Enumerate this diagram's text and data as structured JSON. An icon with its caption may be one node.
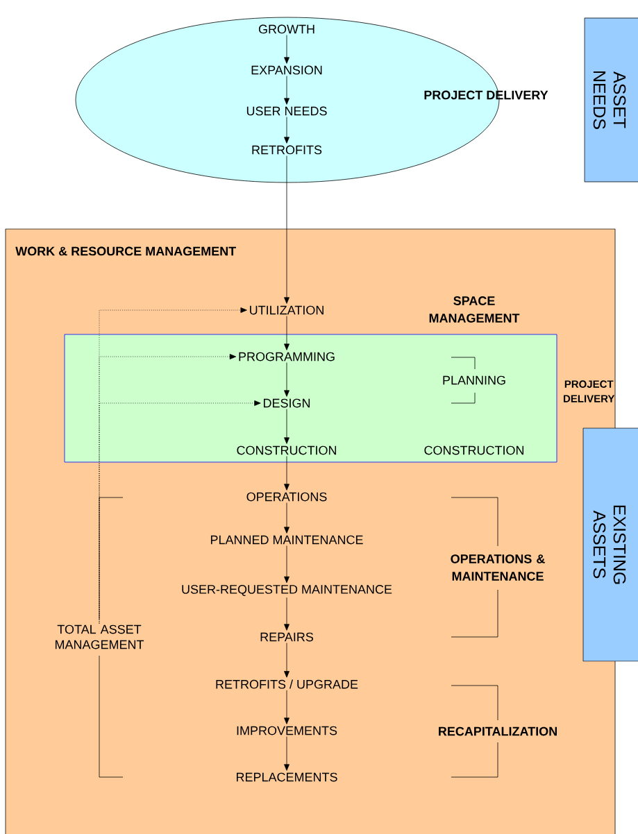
{
  "diagram": {
    "nodes": [
      {
        "text": [
          "PROJECT DELIVERY"
        ]
      },
      {
        "text": [
          "GROWTH"
        ],
        "in": 0
      },
      {
        "text": [
          "EXPANSION"
        ],
        "in": 0
      },
      {
        "text": [
          "USER NEEDS"
        ],
        "in": 0
      },
      {
        "text": [
          "RETROFITS"
        ],
        "in": 0
      },
      {
        "text": [
          "ASSET NEEDS"
        ]
      },
      {
        "text": [
          "WORK & RESOURCE MANAGEMENT"
        ]
      },
      {
        "text": [
          "UTILIZATION"
        ],
        "in": 6
      },
      {
        "text": [
          "SPACE MANAGEMENT"
        ],
        "in": 6
      },
      {
        "text": [
          "PROGRAMMING"
        ],
        "in": 8
      },
      {
        "text": [
          "DESIGN"
        ],
        "in": 8
      },
      {
        "text": [
          "CONSTRUCTION"
        ],
        "in": 8
      },
      {
        "text": [
          "OPERATIONS"
        ],
        "in": 6
      },
      {
        "text": [
          "PLANNED MAINTENANCE"
        ],
        "in": 6
      },
      {
        "text": [
          "USER-REQUESTED MAINTENANCE"
        ],
        "in": 6
      },
      {
        "text": [
          "REPAIRS"
        ],
        "in": 6
      },
      {
        "text": [
          "RETROFITS / UPGRADE"
        ],
        "in": 6
      },
      {
        "text": [
          "IMPROVEMENTS"
        ],
        "in": 6
      },
      {
        "text": [
          "REPLACEMENTS"
        ],
        "in": 6
      },
      {
        "text": [
          "EXISTING ASSETS"
        ]
      },
      {
        "text": [
          "TOTAL ASSET MANAGEMENT"
        ],
        "in": 6
      }
    ],
    "edges": [
      {
        "from": 1,
        "to": 2,
        "arrow": "to"
      },
      {
        "from": 2,
        "to": 3,
        "arrow": "to"
      },
      {
        "from": 3,
        "to": 4,
        "arrow": "to"
      },
      {
        "from": 4,
        "to": 7,
        "arrow": "to"
      },
      {
        "from": 7,
        "to": 9,
        "arrow": "to"
      },
      {
        "from": 9,
        "to": 10,
        "arrow": "to"
      },
      {
        "from": 10,
        "to": 11,
        "arrow": "to"
      },
      {
        "from": 11,
        "to": 12,
        "arrow": "to"
      },
      {
        "from": 12,
        "to": 13,
        "arrow": "to"
      },
      {
        "from": 13,
        "to": 14,
        "arrow": "to"
      },
      {
        "from": 14,
        "to": 15,
        "arrow": "to"
      },
      {
        "from": 15,
        "to": 16,
        "arrow": "to"
      },
      {
        "from": 16,
        "to": 17,
        "arrow": "to"
      },
      {
        "from": 17,
        "to": 18,
        "arrow": "to"
      },
      {
        "from": 20,
        "to": 7,
        "arrow": "to",
        "style": "dashed"
      },
      {
        "from": 20,
        "to": 9,
        "arrow": "to",
        "style": "dashed"
      },
      {
        "from": 20,
        "to": 10,
        "arrow": "to",
        "style": "dashed"
      }
    ],
    "labels": [
      "PLANNING",
      "PROJECT DELIVERY",
      "CONSTRUCTION",
      "OPERATIONS & MAINTENANCE",
      "RECAPITALIZATION"
    ]
  }
}
